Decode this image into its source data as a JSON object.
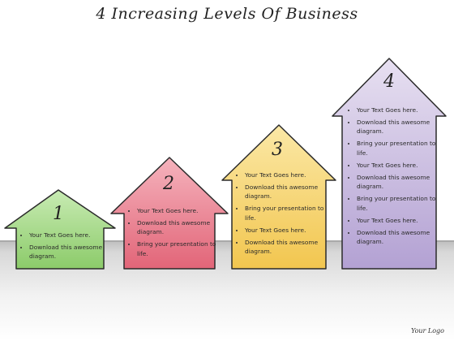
{
  "title": "4 Increasing Levels Of Business",
  "logo": "Your Logo",
  "colors": {
    "level1": "#9fd27f",
    "level2": "#ea7d8e",
    "level3": "#f6d36e",
    "level4": "#c2b3dc",
    "outline": "#2b2b2b"
  },
  "levels": [
    {
      "number": "1",
      "items": [
        "Your Text Goes here.",
        "Download this awesome diagram."
      ]
    },
    {
      "number": "2",
      "items": [
        "Your Text Goes here.",
        "Download this awesome diagram.",
        "Bring your presentation to life."
      ]
    },
    {
      "number": "3",
      "items": [
        "Your Text Goes here.",
        "Download this awesome diagram.",
        "Bring your presentation to life.",
        "Your Text Goes here.",
        "Download this awesome diagram."
      ]
    },
    {
      "number": "4",
      "items": [
        "Your Text Goes here.",
        "Download this awesome diagram.",
        "Bring your presentation to life.",
        "Your Text Goes here.",
        "Download this awesome diagram.",
        "Bring your presentation to life.",
        "Your Text Goes here.",
        "Download this awesome diagram."
      ]
    }
  ]
}
